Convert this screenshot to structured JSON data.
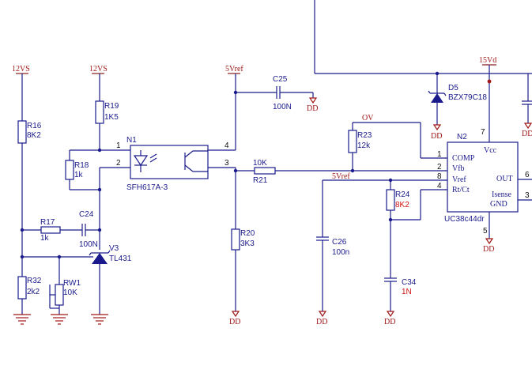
{
  "power": {
    "vs12_left": "12VS",
    "vs12_mid": "12VS",
    "vref5_top": "5Vref",
    "vd15": "15Vd",
    "ov": "OV",
    "vref5_mid": "5Vref"
  },
  "ground_label": "DD",
  "components": {
    "r16": {
      "ref": "R16",
      "value": "8K2"
    },
    "r19": {
      "ref": "R19",
      "value": "1K5"
    },
    "r18": {
      "ref": "R18",
      "value": "1k"
    },
    "r17": {
      "ref": "R17",
      "value": "1k"
    },
    "c24": {
      "ref": "C24",
      "value": "100N"
    },
    "v3": {
      "ref": "V3",
      "value": "TL431"
    },
    "r32": {
      "ref": "R32",
      "value": "2k2"
    },
    "rw1": {
      "ref": "RW1",
      "value": "10K"
    },
    "n1": {
      "ref": "N1",
      "value": "SFH617A-3"
    },
    "c25": {
      "ref": "C25",
      "value": "100N"
    },
    "r21": {
      "ref": "R21",
      "value": "10K"
    },
    "r20": {
      "ref": "R20",
      "value": "3K3"
    },
    "r23": {
      "ref": "R23",
      "value": "12k"
    },
    "c26": {
      "ref": "C26",
      "value": "100n"
    },
    "r24": {
      "ref": "R24",
      "value": "8K2"
    },
    "c34": {
      "ref": "C34",
      "value": "1N"
    },
    "d5": {
      "ref": "D5",
      "value": "BZX79C18"
    },
    "n2": {
      "ref": "N2",
      "value": "UC38c44dr"
    }
  },
  "n1_pins": [
    "1",
    "2",
    "3",
    "4"
  ],
  "n2_pins": {
    "left": [
      {
        "num": "1",
        "name": "COMP"
      },
      {
        "num": "2",
        "name": "Vfb"
      },
      {
        "num": "8",
        "name": "Vref"
      },
      {
        "num": "4",
        "name": "Rt/Ct"
      }
    ],
    "vcc": "Vcc",
    "vcc_num": "7",
    "out": "OUT",
    "out_num": "6",
    "isense": "Isense",
    "isense_num": "3",
    "gnd": "GND",
    "gnd_num": "5"
  }
}
